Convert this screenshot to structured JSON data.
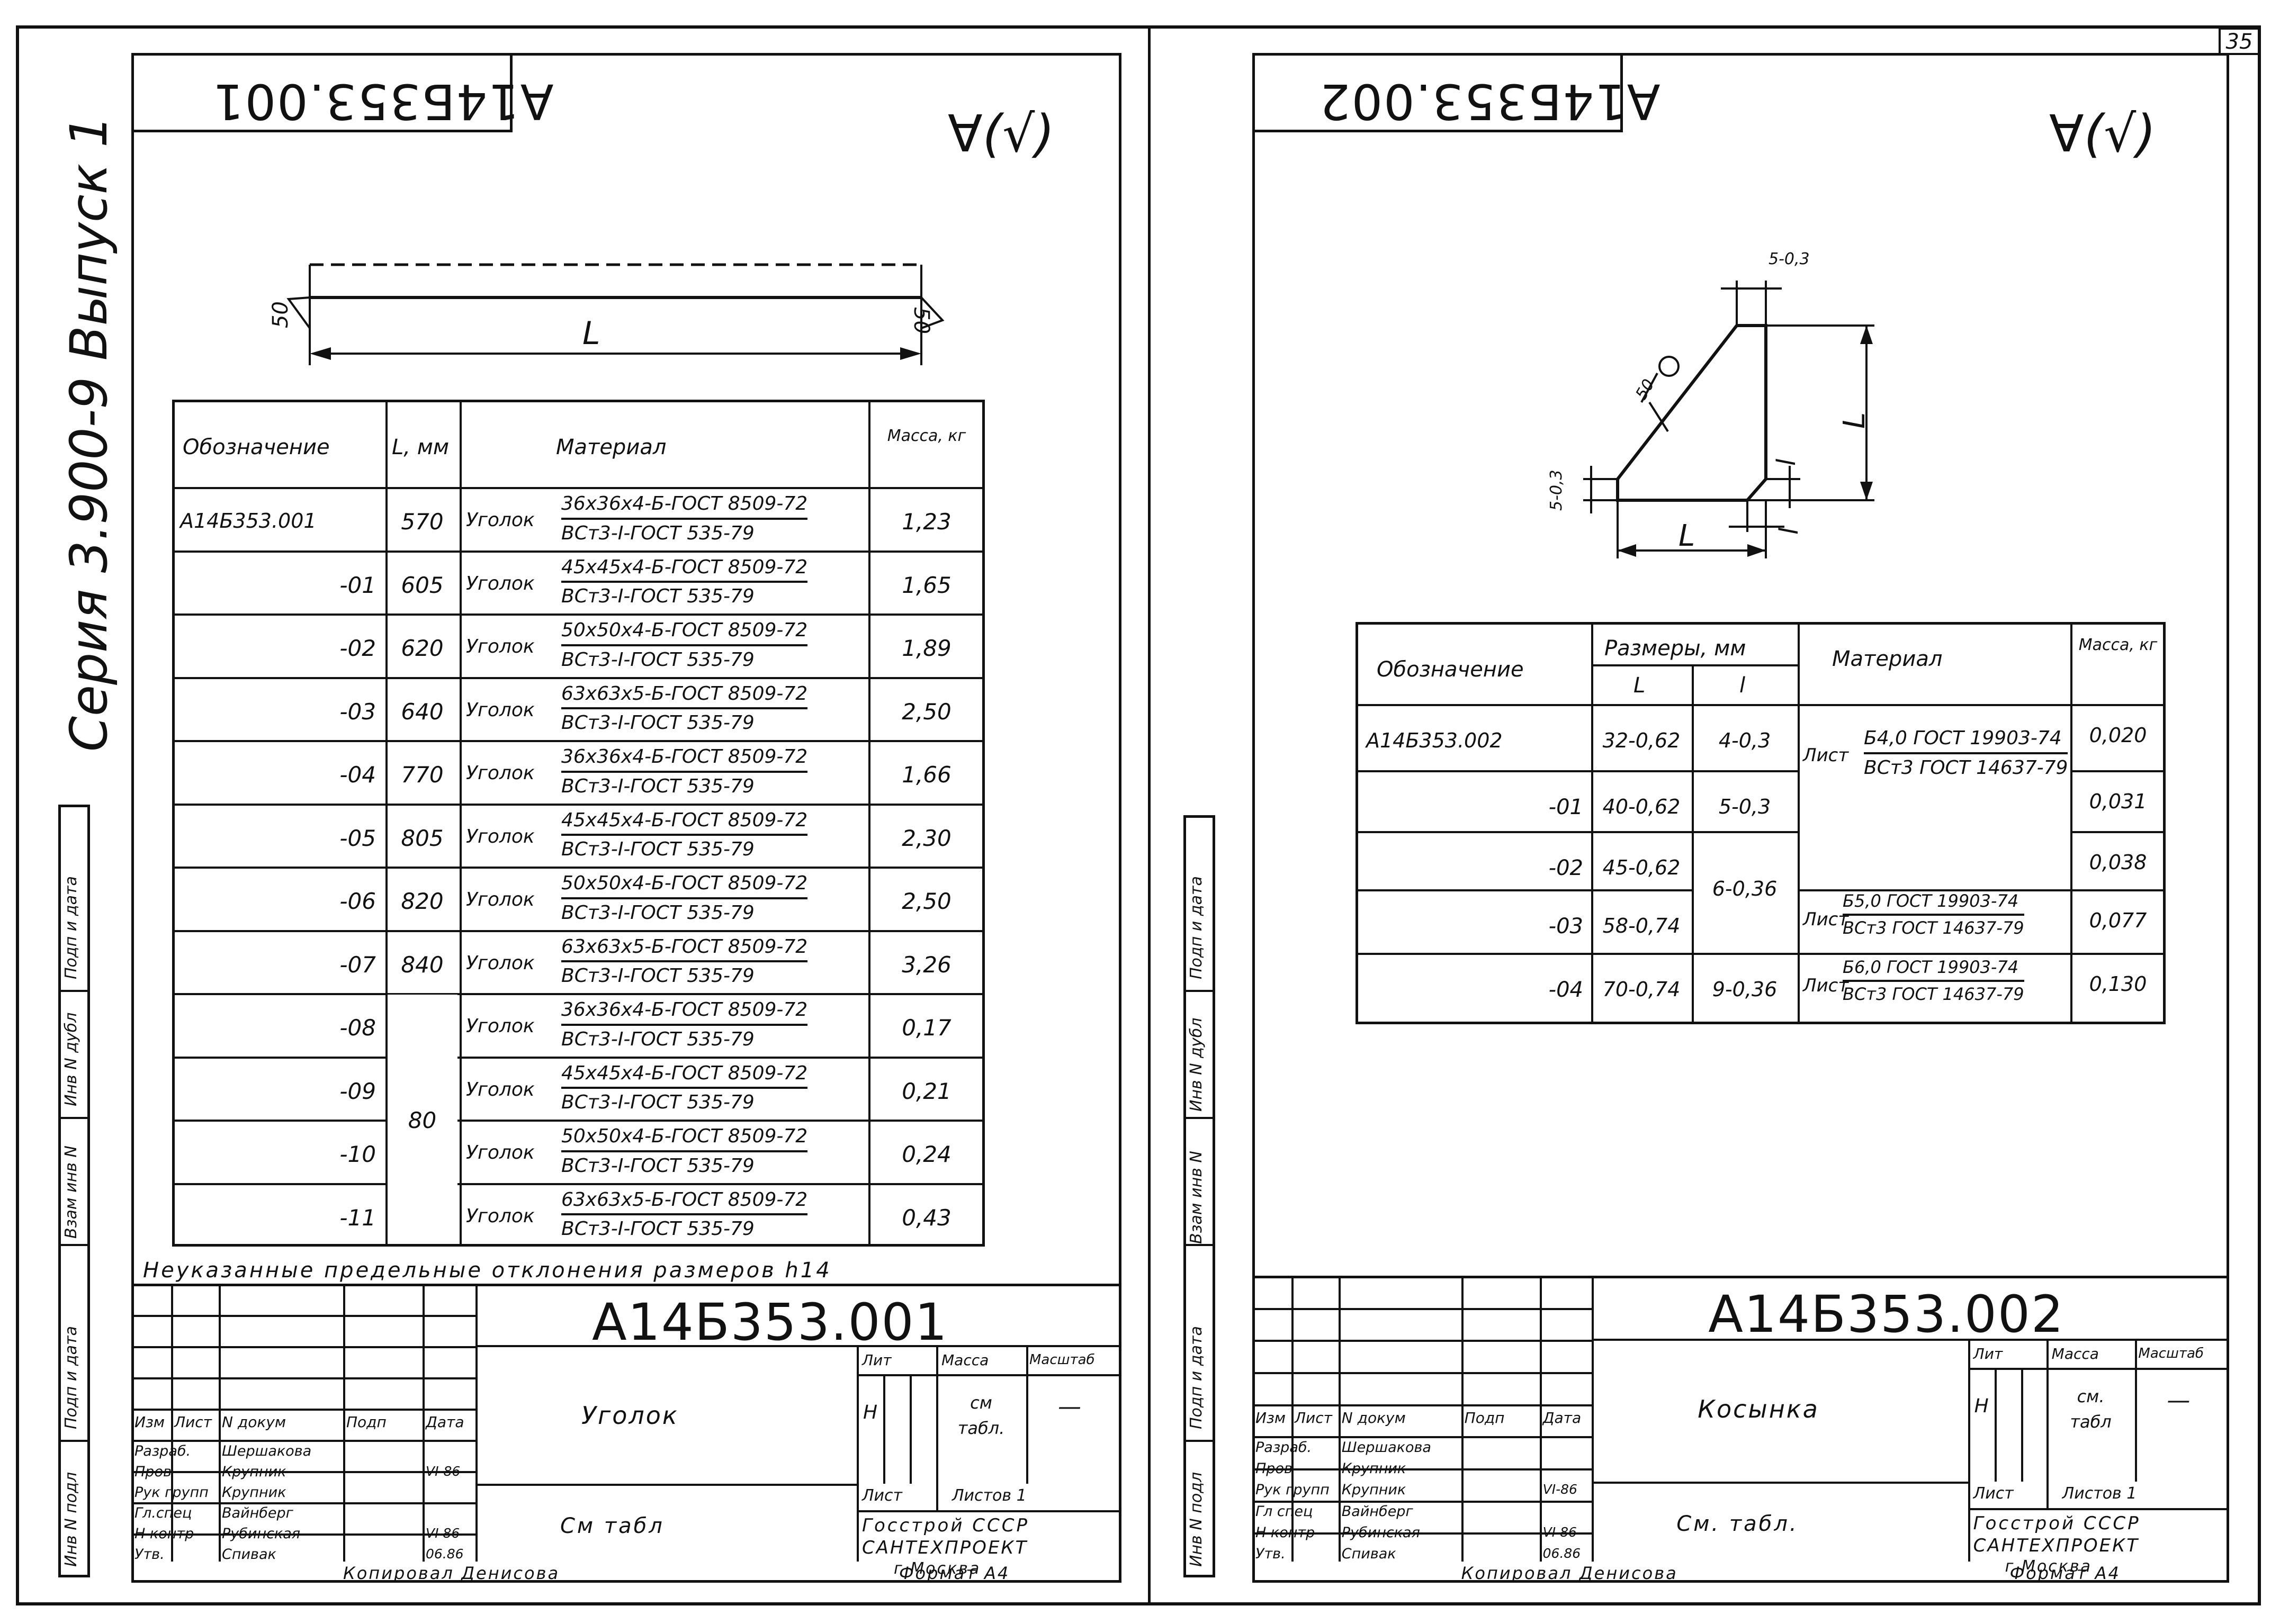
{
  "page_number": "35",
  "side_stamp": {
    "series": "Серия 3.900-9  Выпуск 1",
    "inv_podl": "Инв N подл",
    "podp_data": "Подп и дата",
    "vzam_inv": "Взам инв N",
    "inv_dubl": "Инв N дубл",
    "podp_data2": "Подп и дата"
  },
  "left_sheet": {
    "mirror_code": "А14Б353.001",
    "surface_mark": "∀(√)",
    "dim_L": "L",
    "weld_left": "50",
    "weld_right": "50",
    "headers": {
      "designation": "Обозначение",
      "L": "L, мм",
      "material": "Материал",
      "mass": "Масса, кг"
    },
    "rows": [
      {
        "designation": "А14Б353.001",
        "L": "570",
        "part": "Уголок",
        "profile": "36х36х4-Б-ГОСТ 8509-72",
        "steel": "ВСт3-I-ГОСТ 535-79",
        "mass": "1,23"
      },
      {
        "designation": "-01",
        "L": "605",
        "part": "Уголок",
        "profile": "45х45х4-Б-ГОСТ 8509-72",
        "steel": "ВСт3-I-ГОСТ 535-79",
        "mass": "1,65"
      },
      {
        "designation": "-02",
        "L": "620",
        "part": "Уголок",
        "profile": "50х50х4-Б-ГОСТ 8509-72",
        "steel": "ВСт3-I-ГОСТ 535-79",
        "mass": "1,89"
      },
      {
        "designation": "-03",
        "L": "640",
        "part": "Уголок",
        "profile": "63х63х5-Б-ГОСТ 8509-72",
        "steel": "ВСт3-I-ГОСТ 535-79",
        "mass": "2,50"
      },
      {
        "designation": "-04",
        "L": "770",
        "part": "Уголок",
        "profile": "36х36х4-Б-ГОСТ 8509-72",
        "steel": "ВСт3-I-ГОСТ 535-79",
        "mass": "1,66"
      },
      {
        "designation": "-05",
        "L": "805",
        "part": "Уголок",
        "profile": "45х45х4-Б-ГОСТ 8509-72",
        "steel": "ВСт3-I-ГОСТ 535-79",
        "mass": "2,30"
      },
      {
        "designation": "-06",
        "L": "820",
        "part": "Уголок",
        "profile": "50х50х4-Б-ГОСТ 8509-72",
        "steel": "ВСт3-I-ГОСТ 535-79",
        "mass": "2,50"
      },
      {
        "designation": "-07",
        "L": "840",
        "part": "Уголок",
        "profile": "63х63х5-Б-ГОСТ 8509-72",
        "steel": "ВСт3-I-ГОСТ 535-79",
        "mass": "3,26"
      },
      {
        "designation": "-08",
        "L": "",
        "part": "Уголок",
        "profile": "36х36х4-Б-ГОСТ 8509-72",
        "steel": "ВСт3-I-ГОСТ 535-79",
        "mass": "0,17"
      },
      {
        "designation": "-09",
        "L": "80",
        "part": "Уголок",
        "profile": "45х45х4-Б-ГОСТ 8509-72",
        "steel": "ВСт3-I-ГОСТ 535-79",
        "mass": "0,21"
      },
      {
        "designation": "-10",
        "L": "",
        "part": "Уголок",
        "profile": "50х50х4-Б-ГОСТ 8509-72",
        "steel": "ВСт3-I-ГОСТ 535-79",
        "mass": "0,24"
      },
      {
        "designation": "-11",
        "L": "",
        "part": "Уголок",
        "profile": "63х63х5-Б-ГОСТ 8509-72",
        "steel": "ВСт3-I-ГОСТ 535-79",
        "mass": "0,43"
      }
    ],
    "note": "Неуказанные предельные отклонения размеров h14",
    "title_block": {
      "code": "А14Б353.001",
      "name": "Уголок",
      "material": "См табл",
      "lit_label": "Лит",
      "mass_label": "Масса",
      "scale_label": "Масштаб",
      "lit_value": "Н",
      "mass_value": "см табл.",
      "scale_value": "—",
      "sheet_label": "Лист",
      "sheets_label": "Листов 1",
      "org": "Госстрой СССР",
      "org2": "САНТЕХПРОЕКТ",
      "city": "г Москва",
      "cols": [
        "Изм",
        "Лист",
        "N докум",
        "Подп",
        "Дата"
      ],
      "roles": [
        "Разраб.",
        "Пров",
        "Рук групп",
        "Гл.спец",
        "Н контр",
        "Утв."
      ],
      "names": [
        "Шершакова",
        "Крупник",
        "Крупник",
        "Вайнберг",
        "Рубинская",
        "Спивак"
      ],
      "dates": [
        "",
        "VI-86",
        "",
        "",
        "VI 86",
        "06.86"
      ],
      "copied": "Копировал  Денисова",
      "format": "Формат А4"
    }
  },
  "right_sheet": {
    "mirror_code": "А14Б353.002",
    "surface_mark": "∀(√)",
    "dims": {
      "top_chamfer": "5-0,3",
      "left_chamfer": "5-0,3",
      "weld": "50",
      "L_vertical": "L",
      "L_horizontal": "L",
      "l_small_v": "l",
      "l_small_h": "l"
    },
    "headers": {
      "designation": "Обозначение",
      "sizes": "Размеры, мм",
      "L": "L",
      "l": "l",
      "material": "Материал",
      "mass": "Масса, кг"
    },
    "rows": [
      {
        "designation": "А14Б353.002",
        "L": "32-0,62",
        "l": "4-0,3",
        "mass": "0,020"
      },
      {
        "designation": "-01",
        "L": "40-0,62",
        "l": "5-0,3",
        "mass": "0,031"
      },
      {
        "designation": "-02",
        "L": "45-0,62",
        "l": "6-0,36",
        "mass": "0,038"
      },
      {
        "designation": "-03",
        "L": "58-0,74",
        "l": "",
        "mass": "0,077"
      },
      {
        "designation": "-04",
        "L": "70-0,74",
        "l": "9-0,36",
        "mass": "0,130"
      }
    ],
    "materials": [
      {
        "type": "Лист",
        "top": "Б4,0 ГОСТ 19903-74",
        "bot": "ВСт3 ГОСТ 14637-79"
      },
      {
        "type": "Лист",
        "top": "Б5,0 ГОСТ 19903-74",
        "bot": "ВСт3 ГОСТ 14637-79"
      },
      {
        "type": "Лист",
        "top": "Б6,0 ГОСТ 19903-74",
        "bot": "ВСт3 ГОСТ 14637-79"
      }
    ],
    "title_block": {
      "code": "А14Б353.002",
      "name": "Косынка",
      "material": "См. табл.",
      "lit_label": "Лит",
      "mass_label": "Масса",
      "scale_label": "Масштаб",
      "lit_value": "Н",
      "mass_value": "см. табл",
      "scale_value": "—",
      "sheet_label": "Лист",
      "sheets_label": "Листов 1",
      "org": "Госстрой СССР",
      "org2": "САНТЕХПРОЕКТ",
      "city": "г Москва",
      "cols": [
        "Изм",
        "Лист",
        "N докум",
        "Подп",
        "Дата"
      ],
      "roles": [
        "Разраб.",
        "Пров",
        "Рук групп",
        "Гл спец",
        "Н контр",
        "Утв."
      ],
      "names": [
        "Шершакова",
        "Крупник",
        "Крупник",
        "Вайнберг",
        "Рубинская",
        "Спивак"
      ],
      "dates": [
        "",
        "",
        "VI-86",
        "",
        "VI 86",
        "06.86"
      ],
      "copied": "Копировал  Денисова",
      "format": "Формат А4"
    }
  }
}
